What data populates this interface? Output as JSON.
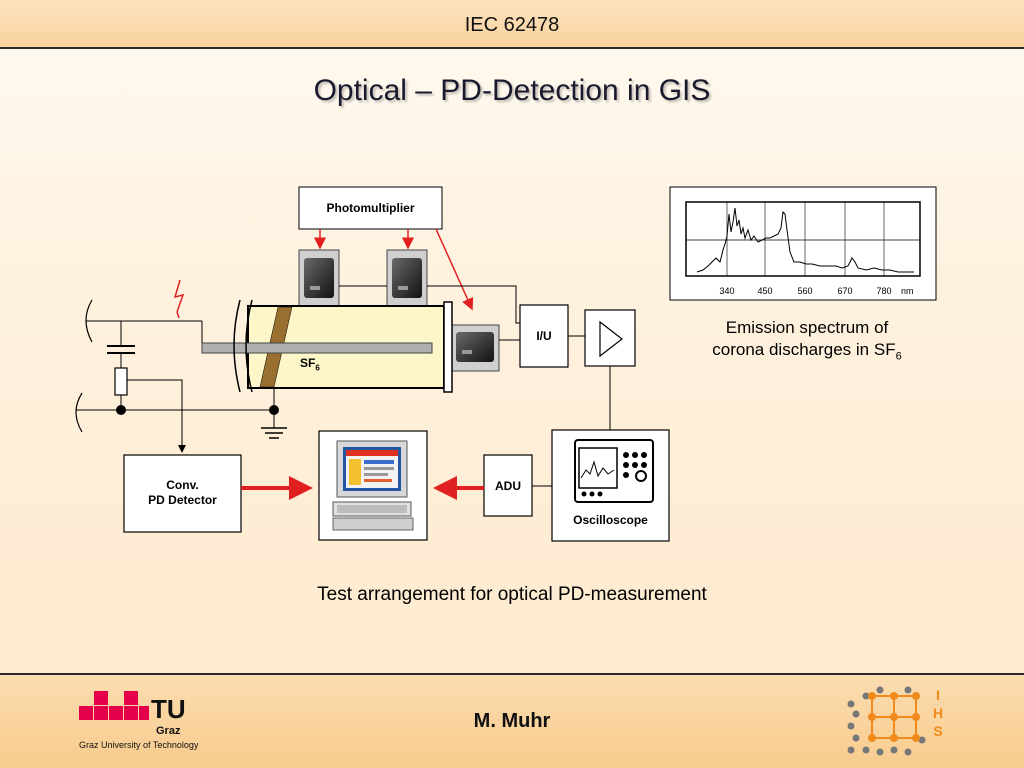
{
  "header": {
    "standard": "IEC 62478"
  },
  "slide": {
    "title": "Optical – PD-Detection in GIS"
  },
  "diagram": {
    "photomultiplier_label": "Photomultiplier",
    "gas_label": "SF",
    "gas_subscript": "6",
    "iu_label": "I/U",
    "adu_label": "ADU",
    "oscilloscope_label": "Oscilloscope",
    "detector_label_line1": "Conv.",
    "detector_label_line2": "PD Detector",
    "caption": "Test arrangement for optical PD-measurement"
  },
  "spectrum": {
    "tick_labels": [
      "340",
      "450",
      "560",
      "670",
      "780"
    ],
    "unit": "nm",
    "caption_line1": "Emission spectrum of",
    "caption_line2": "corona discharges in SF",
    "caption_subscript": "6"
  },
  "footer": {
    "author": "M. Muhr",
    "tu_logo_text": "TU",
    "tu_logo_sub": "Graz",
    "tu_university": "Graz University of Technology",
    "ihs_letters": [
      "I",
      "H",
      "S"
    ]
  },
  "colors": {
    "accent_red": "#e02020",
    "ihs_orange": "#f08a1c",
    "tu_magenta": "#e4004b",
    "chamber_fill": "#fdf6c8"
  }
}
